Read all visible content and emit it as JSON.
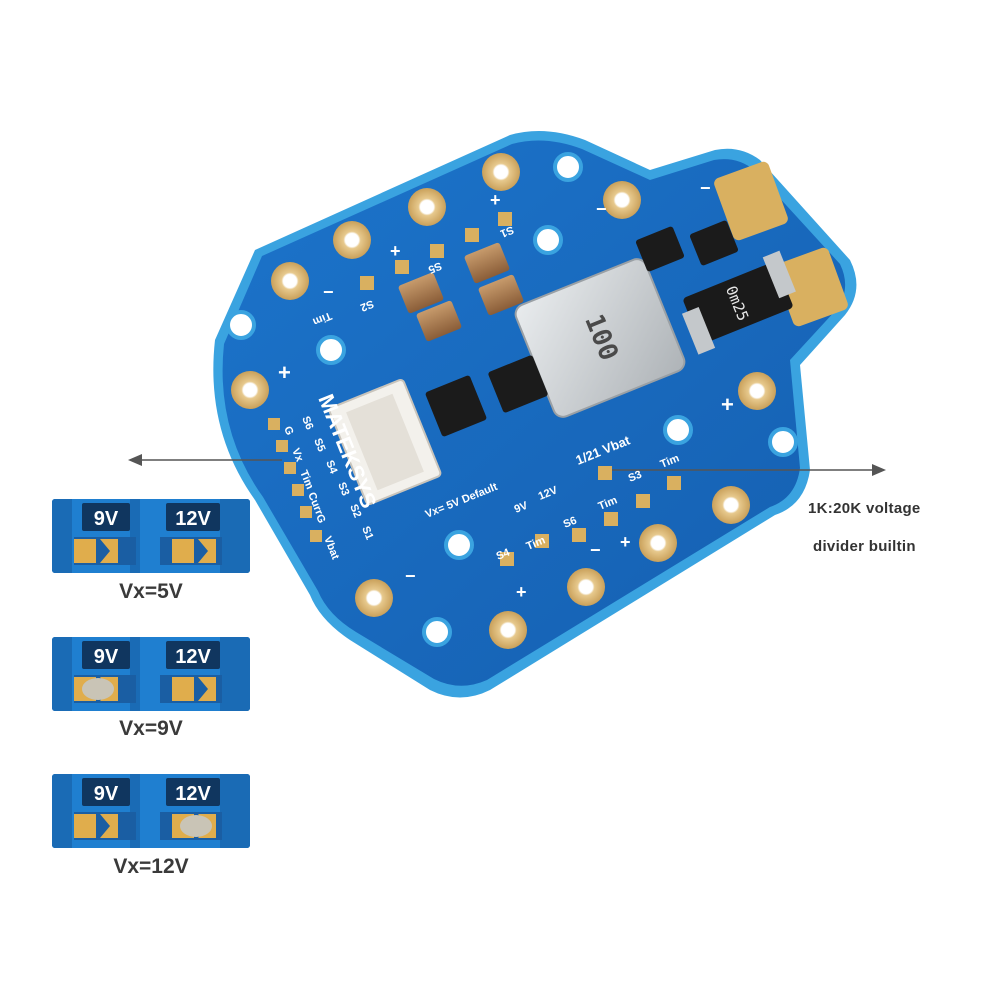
{
  "board": {
    "brand": "MATEKSYS",
    "inductor_marking": "100",
    "resistor_marking": "0m25",
    "vx_default_label": "Vx= 5V Default",
    "vbat_divider_label": "1/21 Vbat",
    "pad_labels_left": [
      "S6",
      "S5",
      "S4",
      "S3",
      "S2",
      "S1"
    ],
    "pad_labels_left2": [
      "G",
      "Vx",
      "Tim",
      "Curr",
      "G",
      "Vbat"
    ],
    "pad_labels_bottom": [
      "9V",
      "12V",
      "S4",
      "Tim",
      "S6",
      "Tim",
      "S3",
      "Tim"
    ],
    "pad_labels_top": [
      "S1",
      "S2",
      "Tim",
      "S5"
    ],
    "polarity_plus": "+",
    "polarity_minus": "−",
    "colors": {
      "pcb": "#1a6fc4",
      "pcb_edge": "#3fa9e6",
      "gold": "#d9b060",
      "silver": "#cfd3d6"
    }
  },
  "callout": {
    "line1": "1K:20K voltage",
    "line2": "divider builtin"
  },
  "vx_options": [
    {
      "left_label": "9V",
      "right_label": "12V",
      "caption": "Vx=5V",
      "bridged": "none"
    },
    {
      "left_label": "9V",
      "right_label": "12V",
      "caption": "Vx=9V",
      "bridged": "9V"
    },
    {
      "left_label": "9V",
      "right_label": "12V",
      "caption": "Vx=12V",
      "bridged": "12V"
    }
  ]
}
